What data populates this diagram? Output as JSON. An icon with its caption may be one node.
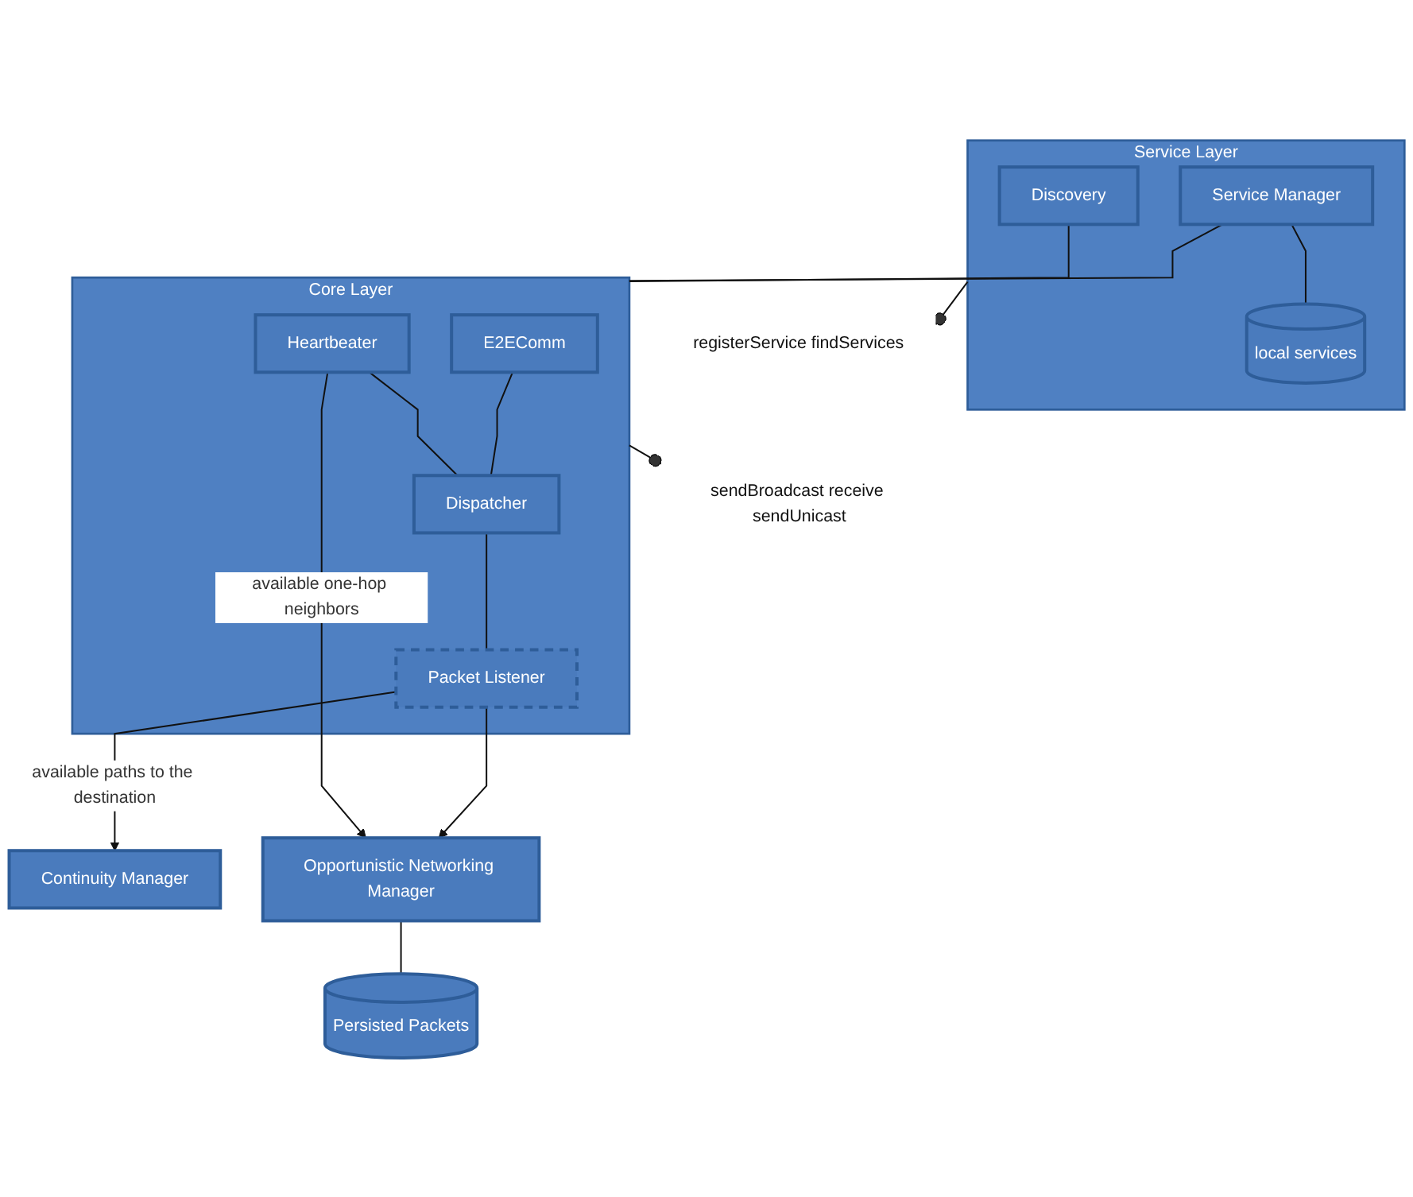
{
  "diagram": {
    "nodes": [
      {
        "text": [
          "Service Layer"
        ]
      },
      {
        "text": [
          "Service Manager"
        ],
        "in": 0
      },
      {
        "text": [
          "local services"
        ],
        "in": 0
      },
      {
        "text": [
          "Discovery"
        ],
        "in": 0
      },
      {
        "text": [
          "Core Layer"
        ]
      },
      {
        "text": [
          "E2EComm"
        ],
        "in": 4
      },
      {
        "text": [
          "Heartbeater"
        ],
        "in": 4
      },
      {
        "text": [
          "Dispatcher"
        ],
        "in": 4
      },
      {
        "text": [
          "Packet Listener"
        ],
        "in": 4
      },
      {
        "text": [
          "Continuity Manager"
        ]
      },
      {
        "text": [
          "Opportunistic Networking Manager"
        ]
      },
      {
        "text": [
          "Persisted Packets"
        ]
      },
      {
        "text": [
          "registerService findServices"
        ]
      },
      {
        "text": [
          "sendBroadcast receive sendUnicast"
        ]
      }
    ],
    "edges": [
      {
        "from": 0,
        "to": 12,
        "arrow": "other"
      },
      {
        "from": 4,
        "to": 13,
        "arrow": "other"
      },
      {
        "from": 1,
        "to": 2,
        "arrow": "none"
      },
      {
        "from": 1,
        "to": 4,
        "arrow": "none"
      },
      {
        "from": 3,
        "to": 4,
        "arrow": "none"
      },
      {
        "from": 5,
        "to": 7,
        "arrow": "none"
      },
      {
        "from": 6,
        "to": 7,
        "arrow": "none"
      },
      {
        "from": 7,
        "to": 8,
        "arrow": "none"
      },
      {
        "from": 8,
        "to": 9,
        "arrow": "to",
        "label": "available paths to the destination"
      },
      {
        "from": 8,
        "to": 10,
        "arrow": "to"
      },
      {
        "from": 6,
        "to": 10,
        "arrow": "to",
        "label": "available one-hop neighbors"
      },
      {
        "from": 10,
        "to": 11,
        "arrow": "none"
      }
    ]
  }
}
